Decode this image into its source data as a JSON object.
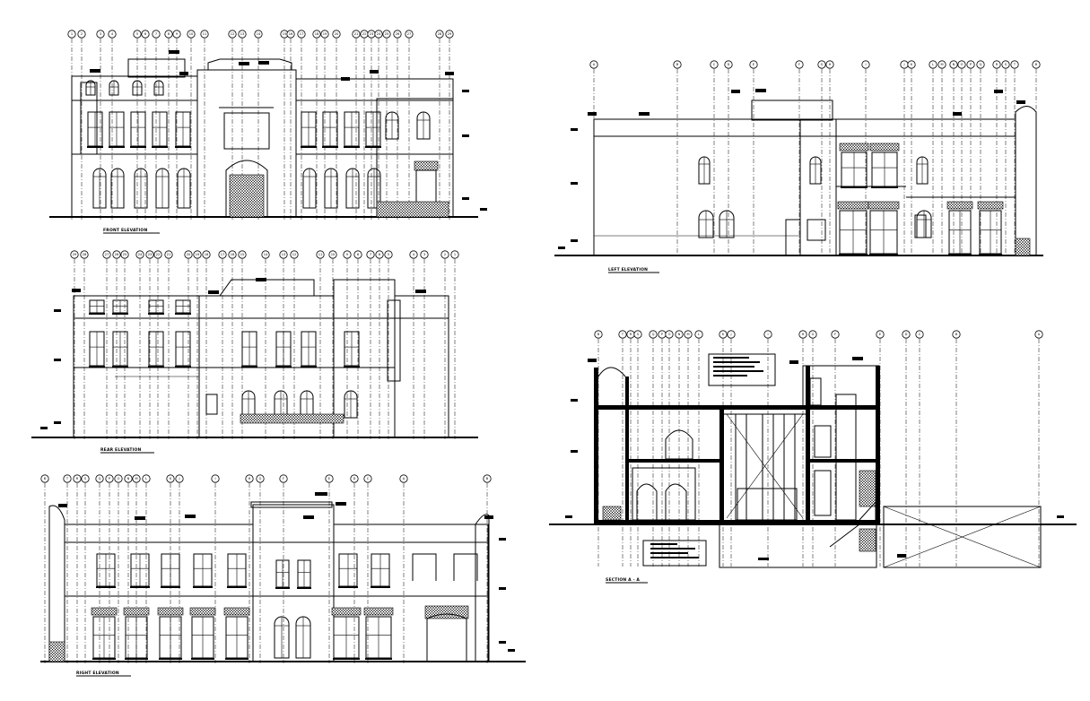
{
  "drawings": [
    {
      "id": "front",
      "title": "FRONT ELEVATION",
      "grid_labels": [
        "1",
        "2",
        "3",
        "4",
        "5",
        "6",
        "7",
        "8",
        "9",
        "10",
        "11",
        "12",
        "13",
        "14",
        "15",
        "16",
        "17",
        "18",
        "19",
        "20",
        "21",
        "22",
        "23",
        "24",
        "25",
        "26",
        "27",
        "28",
        "29"
      ]
    },
    {
      "id": "rear",
      "title": "REAR ELEVATION",
      "grid_labels": [
        "29",
        "28",
        "27",
        "26",
        "25",
        "24",
        "23",
        "22",
        "21",
        "20",
        "19",
        "18",
        "17",
        "16",
        "15",
        "14",
        "13",
        "12",
        "11",
        "10",
        "9",
        "8",
        "7",
        "6",
        "5",
        "4",
        "3",
        "2",
        "1"
      ]
    },
    {
      "id": "right",
      "title": "RIGHT ELEVATION",
      "grid_labels": [
        "B",
        "T",
        "R",
        "S",
        "Q",
        "P",
        "O",
        "N",
        "M",
        "L",
        "K",
        "J",
        "I",
        "H",
        "G",
        "F",
        "E",
        "D",
        "C",
        "A"
      ]
    },
    {
      "id": "left",
      "title": "LEFT ELEVATION",
      "grid_labels": [
        "A",
        "B",
        "C",
        "D",
        "E",
        "F",
        "G",
        "H",
        "I",
        "J",
        "K",
        "L",
        "M",
        "N",
        "O",
        "P",
        "Q",
        "R",
        "S",
        "T",
        "B"
      ]
    },
    {
      "id": "section",
      "title": "SECTION A - A",
      "grid_labels": [
        "B",
        "T",
        "R",
        "S",
        "Q",
        "P",
        "O",
        "N",
        "M",
        "L",
        "K",
        "J",
        "I",
        "H",
        "G",
        "F",
        "E",
        "D",
        "C",
        "B",
        "A"
      ]
    }
  ]
}
